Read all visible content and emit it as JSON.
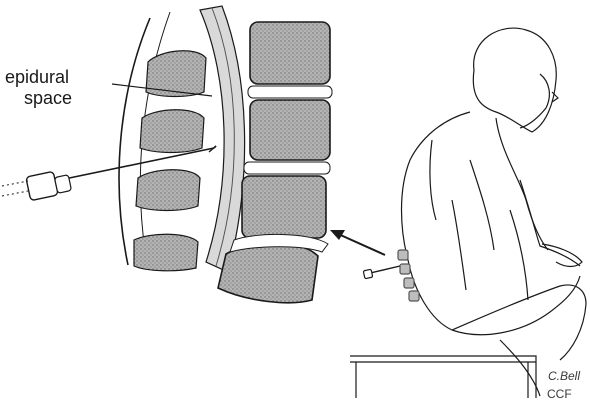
{
  "labels": {
    "epidural_line1": "epidural",
    "epidural_line2": "space"
  },
  "credit": {
    "signature": "C.Bell",
    "organization": "CCF"
  },
  "colors": {
    "ink": "#1a1a1a",
    "vertebra_fill": "#9a9a9a",
    "disc_fill": "#ffffff",
    "canal_shade": "#d9d9d9",
    "background": "#ffffff"
  }
}
